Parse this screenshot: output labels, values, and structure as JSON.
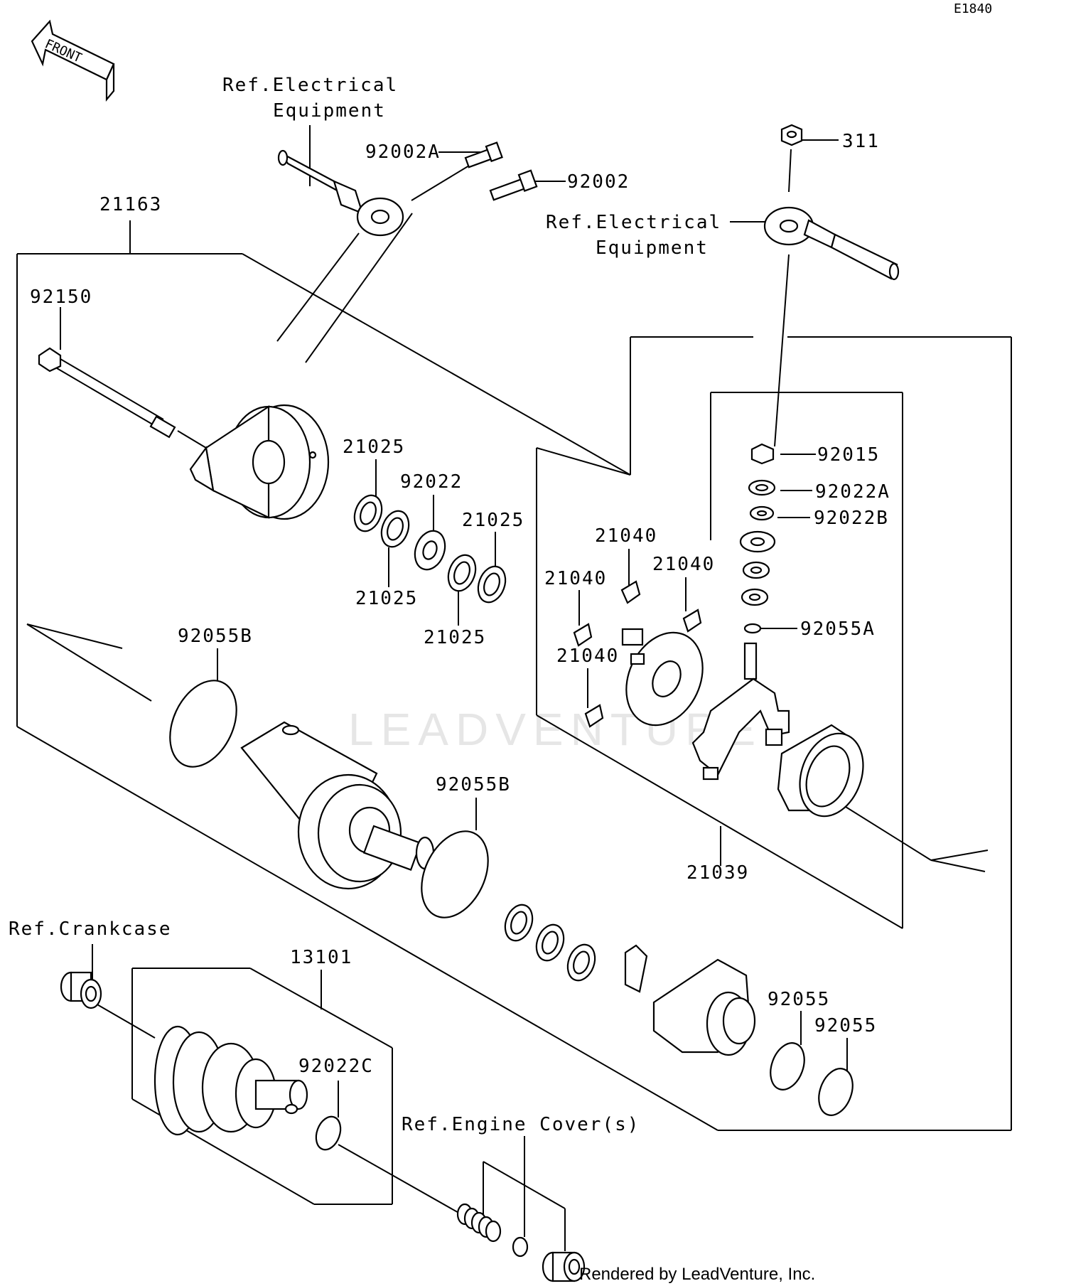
{
  "diagram_code": "E1840",
  "front_arrow_label": "FRONT",
  "references": {
    "electrical_top_line1": "Ref.Electrical",
    "electrical_top_line2": "Equipment",
    "electrical_right_line1": "Ref.Electrical",
    "electrical_right_line2": "Equipment",
    "crankcase": "Ref.Crankcase",
    "engine_cover": "Ref.Engine Cover(s)"
  },
  "parts": {
    "p311": "311",
    "p92002A": "92002A",
    "p92002": "92002",
    "p21163": "21163",
    "p92150": "92150",
    "p21025_a": "21025",
    "p92022": "92022",
    "p21025_b": "21025",
    "p21025_c": "21025",
    "p21025_d": "21025",
    "p92015": "92015",
    "p92022A": "92022A",
    "p92022B": "92022B",
    "p21040_a": "21040",
    "p21040_b": "21040",
    "p21040_c": "21040",
    "p21040_d": "21040",
    "p92055A": "92055A",
    "p92055B_a": "92055B",
    "p92055B_b": "92055B",
    "p21039": "21039",
    "p13101": "13101",
    "p92022C": "92022C",
    "p92055_a": "92055",
    "p92055_b": "92055"
  },
  "watermark": "LEADVENTURE",
  "credit": "Rendered by LeadVenture, Inc."
}
